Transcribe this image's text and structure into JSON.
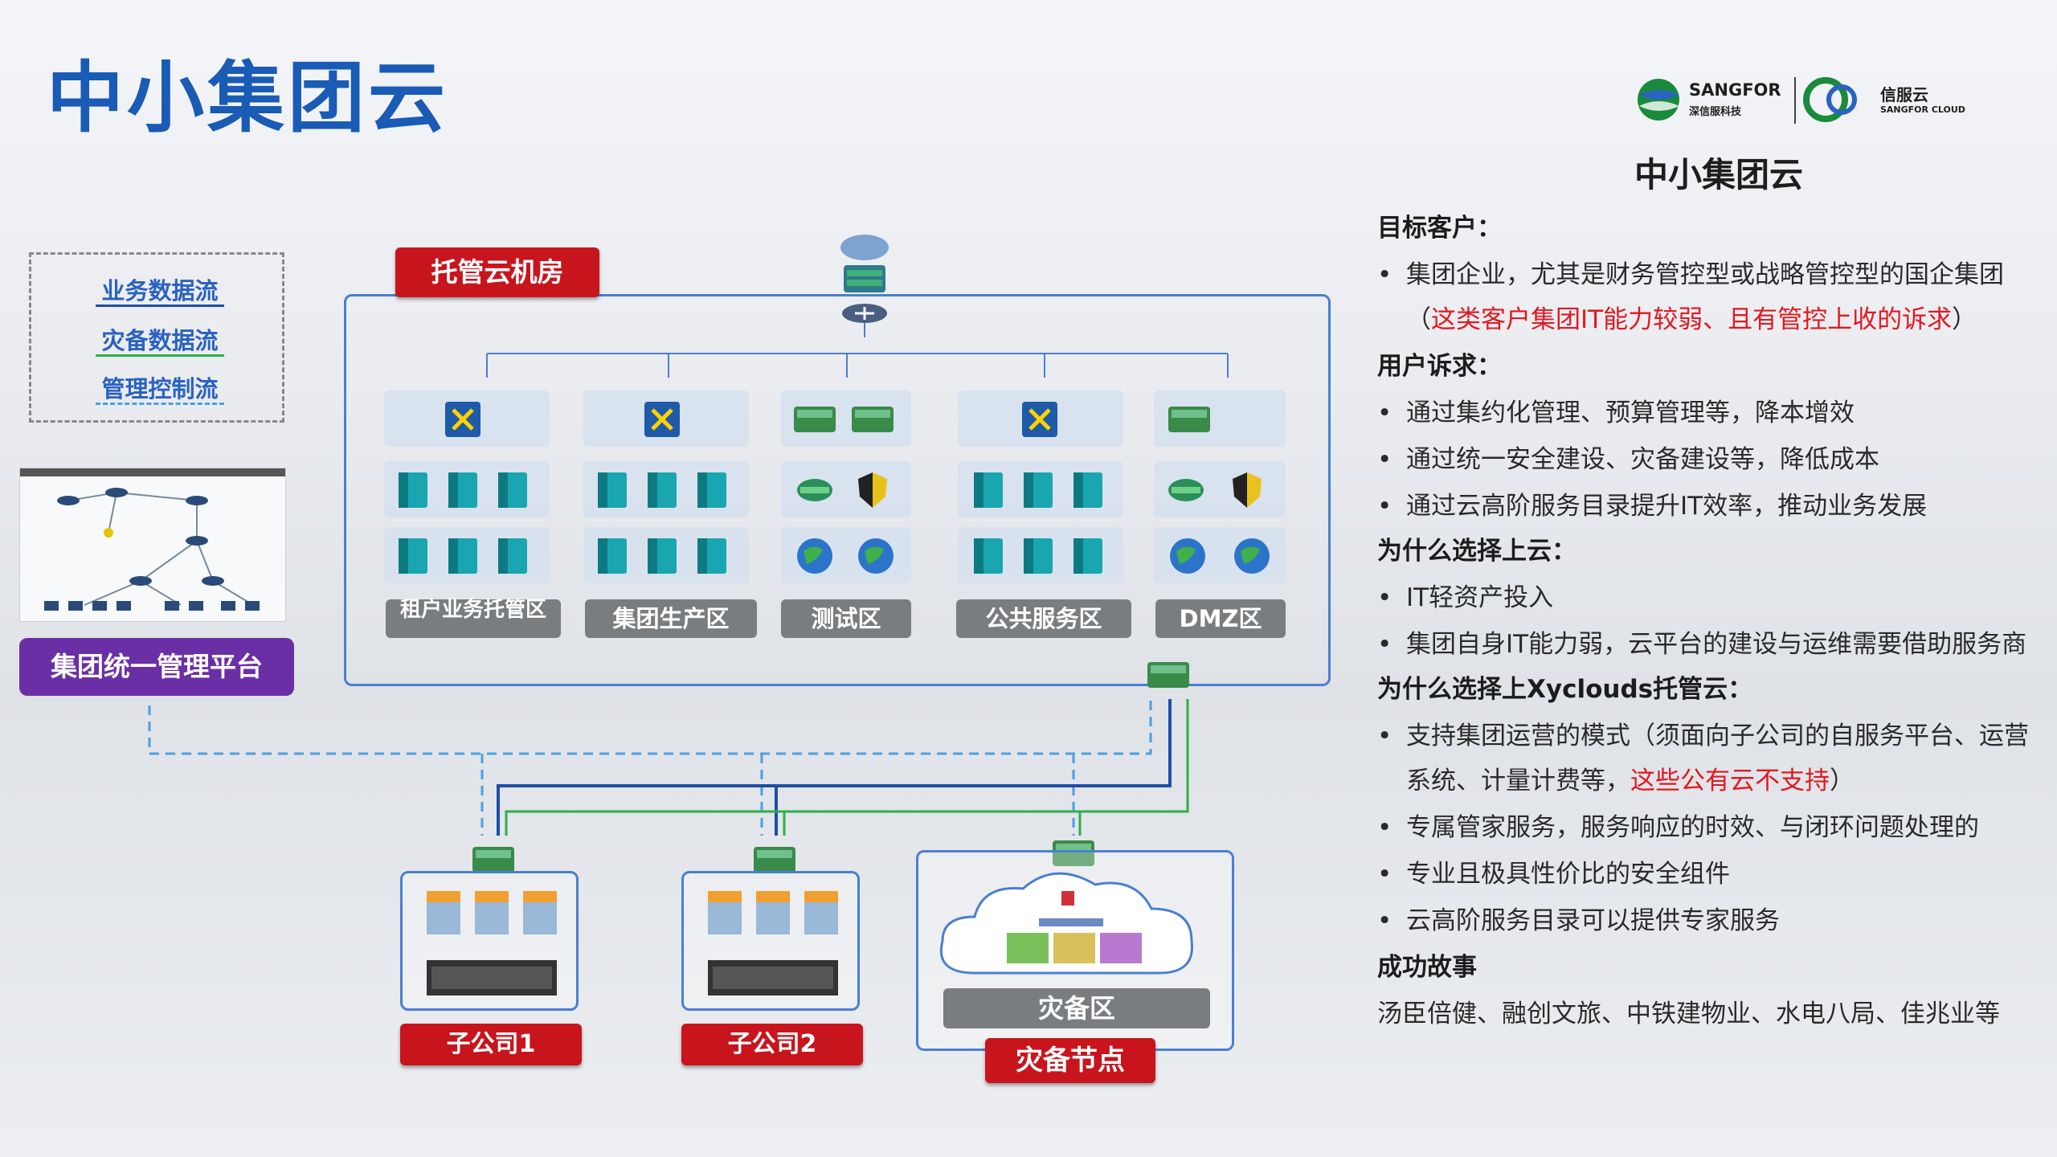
{
  "title": "中小集团云",
  "legend": {
    "items": [
      "业务数据流",
      "灾备数据流",
      "管理控制流"
    ],
    "colors": [
      "#1f4ea8",
      "#2bb04a",
      "#4aa0e0"
    ]
  },
  "platform": {
    "label": "集团统一管理平台"
  },
  "datacenter": {
    "label": "托管云机房",
    "zones": [
      "租户业务托管区",
      "集团生产区",
      "测试区",
      "公共服务区",
      "DMZ区"
    ]
  },
  "branches": [
    {
      "label": "子公司1"
    },
    {
      "label": "子公司2"
    }
  ],
  "dr": {
    "zone_label": "灾备区",
    "node_label": "灾备节点"
  },
  "logo": {
    "brand": "SANGFOR",
    "brand_sub": "深信服科技",
    "cloud": "信服云",
    "cloud_sub": "SANGFOR CLOUD"
  },
  "panel": {
    "title": "中小集团云",
    "target_heading": "目标客户：",
    "target_1": "集团企业，尤其是财务管控型或战略管控型的国企集团",
    "target_2_pre": "（",
    "target_2_red": "这类客户集团IT能力较弱、且有管控上收的诉求",
    "target_2_post": "）",
    "needs_heading": "用户诉求：",
    "needs": [
      "通过集约化管理、预算管理等，降本增效",
      "通过统一安全建设、灾备建设等，降低成本",
      "通过云高阶服务目录提升IT效率，推动业务发展"
    ],
    "why_cloud_heading": "为什么选择上云：",
    "why_cloud": [
      "IT轻资产投入",
      "集团自身IT能力弱，云平台的建设与运维需要借助服务商"
    ],
    "why_x_heading": "为什么选择上Xyclouds托管云：",
    "why_x_1": "支持集团运营的模式（须面向子公司的自服务平台、运营",
    "why_x_2_pre": "系统、计量计费等，",
    "why_x_2_red": "这些公有云不支持",
    "why_x_2_post": "）",
    "why_x_rest": [
      "专属管家服务，服务响应的时效、与闭环问题处理的",
      "专业且极具性价比的安全组件",
      "云高阶服务目录可以提供专家服务"
    ],
    "stories_heading": "成功故事",
    "stories": "汤臣倍健、融创文旅、中铁建物业、水电八局、佳兆业等"
  }
}
